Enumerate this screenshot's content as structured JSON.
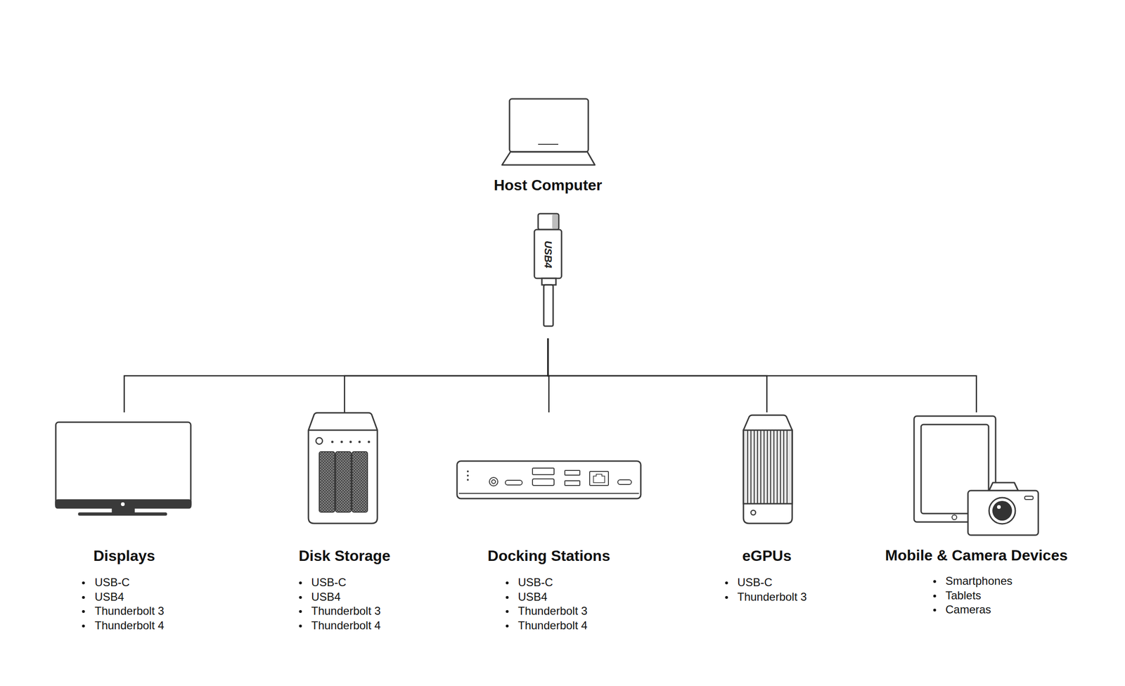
{
  "diagram": {
    "nodes": [
      {
        "text": [
          "Host Computer"
        ]
      },
      {
        "text": [
          "Displays",
          "USB-C",
          "USB4",
          "Thunderbolt 3",
          "Thunderbolt 4"
        ]
      },
      {
        "text": [
          "Disk Storage",
          "USB-C",
          "USB4",
          "Thunderbolt 3",
          "Thunderbolt 4"
        ]
      },
      {
        "text": [
          "Docking Stations",
          "USB-C",
          "USB4",
          "Thunderbolt 3",
          "Thunderbolt 4"
        ]
      },
      {
        "text": [
          "eGPUs",
          "USB-C",
          "Thunderbolt 3"
        ]
      },
      {
        "text": [
          "Mobile & Camera Devices",
          "Smartphones",
          "Tablets",
          "Cameras"
        ]
      }
    ],
    "edges": [
      {
        "from": 0,
        "to": 1,
        "arrow": "none"
      },
      {
        "from": 0,
        "to": 2,
        "arrow": "none"
      },
      {
        "from": 0,
        "to": 3,
        "arrow": "none"
      },
      {
        "from": 0,
        "to": 4,
        "arrow": "none"
      },
      {
        "from": 0,
        "to": 5,
        "arrow": "none"
      }
    ],
    "labels": [
      "USB4"
    ]
  }
}
